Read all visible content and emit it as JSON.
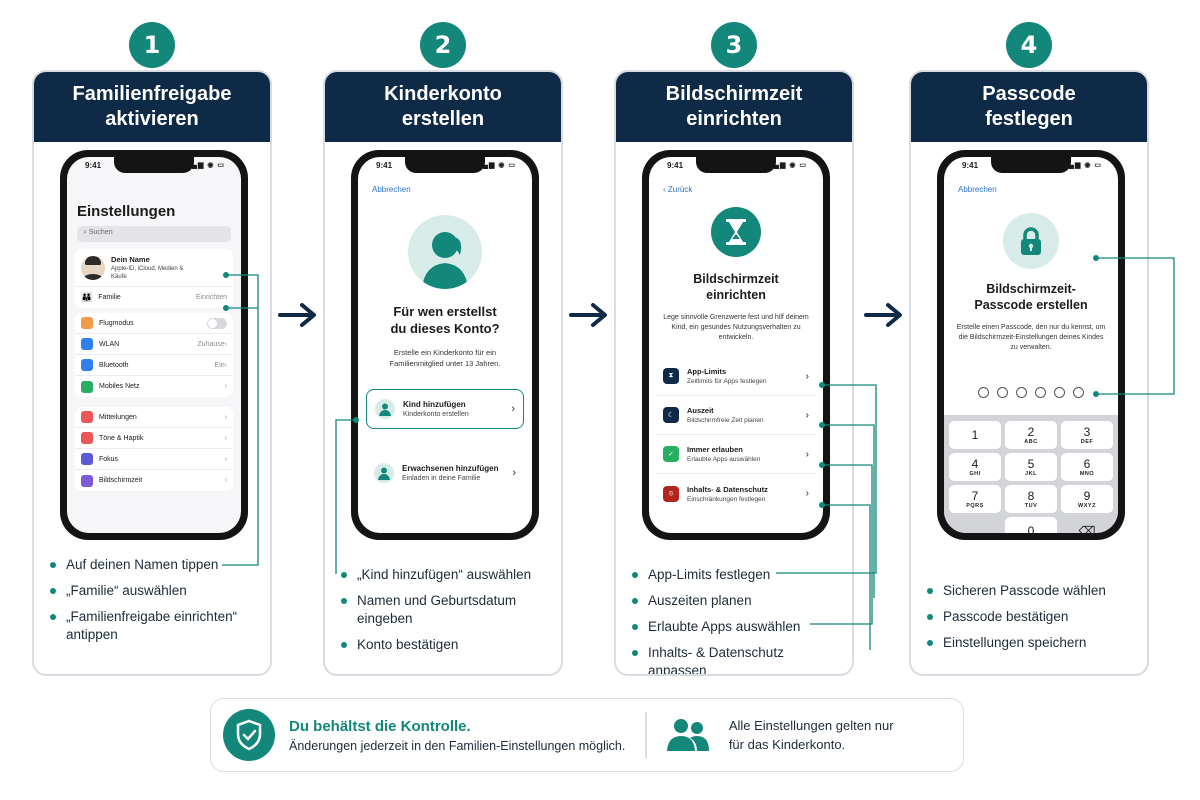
{
  "status_time": "9:41",
  "steps": [
    {
      "number": "1",
      "title_line1": "Familienfreigabe",
      "title_line2": "aktivieren",
      "bullets": [
        "Auf deinen Namen tippen",
        "„Familie“ auswählen",
        "„Familienfreigabe einrichten“ antippen"
      ]
    },
    {
      "number": "2",
      "title_line1": "Kinderkonto",
      "title_line2": "erstellen",
      "bullets": [
        "„Kind hinzufügen“ auswählen",
        "Namen und Geburtsdatum eingeben",
        "Konto bestätigen"
      ]
    },
    {
      "number": "3",
      "title_line1": "Bildschirmzeit",
      "title_line2": "einrichten",
      "bullets": [
        "App-Limits festlegen",
        "Auszeiten planen",
        "Erlaubte Apps auswählen",
        "Inhalts- & Datenschutz anpassen"
      ]
    },
    {
      "number": "4",
      "title_line1": "Passcode",
      "title_line2": "festlegen",
      "bullets": [
        "Sicheren Passcode wählen",
        "Passcode bestätigen",
        "Einstellungen speichern"
      ]
    }
  ],
  "screen1": {
    "title": "Einstellungen",
    "search_placeholder": "Suchen",
    "profile_name": "Dein Name",
    "profile_sub": "Apple-ID, iCloud, Medien & Käufe",
    "family_label": "Familie",
    "family_value": "Einrichten",
    "rows_a": [
      {
        "label": "Flugmodus",
        "value": "",
        "color": "#f2994a",
        "icon": "airplane-icon"
      },
      {
        "label": "WLAN",
        "value": "Zuhause",
        "color": "#2f80ed",
        "icon": "wifi-icon"
      },
      {
        "label": "Bluetooth",
        "value": "Ein",
        "color": "#2f80ed",
        "icon": "bluetooth-icon"
      },
      {
        "label": "Mobiles Netz",
        "value": "",
        "color": "#27ae60",
        "icon": "antenna-icon"
      }
    ],
    "rows_b": [
      {
        "label": "Mitteilungen",
        "color": "#eb5757",
        "icon": "bell-icon"
      },
      {
        "label": "Töne & Haptik",
        "color": "#eb5757",
        "icon": "speaker-icon"
      },
      {
        "label": "Fokus",
        "color": "#5b5bd6",
        "icon": "moon-icon"
      },
      {
        "label": "Bildschirmzeit",
        "color": "#7b5bd6",
        "icon": "hourglass-icon"
      }
    ]
  },
  "screen2": {
    "cancel": "Abbrechen",
    "question_line1": "Für wen erstellst",
    "question_line2": "du dieses Konto?",
    "desc": "Erstelle ein Kinderkonto für ein Familienmitglied unter 13 Jahren.",
    "option1_title": "Kind hinzufügen",
    "option1_sub": "Kinderkonto erstellen",
    "option2_title": "Erwachsenen hinzufügen",
    "option2_sub": "Einladen in deine Familie"
  },
  "screen3": {
    "back": "Zurück",
    "title_line1": "Bildschirmzeit",
    "title_line2": "einrichten",
    "desc": "Lege sinnvolle Grenzwerte fest und hilf deinem Kind, ein gesundes Nutzungsverhalten zu entwickeln.",
    "items": [
      {
        "title": "App-Limits",
        "sub": "Zeitlimits für Apps festlegen",
        "color": "#0f2a47",
        "icon": "hourglass-icon"
      },
      {
        "title": "Auszeit",
        "sub": "Bildschirmfreie Zeit planen",
        "color": "#0f2a47",
        "icon": "moon-icon"
      },
      {
        "title": "Immer erlauben",
        "sub": "Erlaubte Apps auswählen",
        "color": "#27ae60",
        "icon": "check-shield-icon"
      },
      {
        "title": "Inhalts- & Datenschutz",
        "sub": "Einschränkungen festlegen",
        "color": "#b3261e",
        "icon": "block-shield-icon"
      }
    ]
  },
  "screen4": {
    "cancel": "Abbrechen",
    "title_line1": "Bildschirmzeit-",
    "title_line2": "Passcode erstellen",
    "desc": "Erstelle einen Passcode, den nur du kennst, um die Bildschirmzeit-Einstellungen deines Kindes zu verwalten.",
    "keys": [
      {
        "n": "1",
        "l": ""
      },
      {
        "n": "2",
        "l": "ABC"
      },
      {
        "n": "3",
        "l": "DEF"
      },
      {
        "n": "4",
        "l": "GHI"
      },
      {
        "n": "5",
        "l": "JKL"
      },
      {
        "n": "6",
        "l": "MNO"
      },
      {
        "n": "7",
        "l": "PQRS"
      },
      {
        "n": "8",
        "l": "TUV"
      },
      {
        "n": "9",
        "l": "WXYZ"
      },
      {
        "n": "",
        "l": ""
      },
      {
        "n": "0",
        "l": ""
      },
      {
        "n": "⌫",
        "l": ""
      }
    ]
  },
  "footer": {
    "headline": "Du behältst die Kontrolle.",
    "sub": "Änderungen jederzeit in den Familien-Einstellungen möglich.",
    "note_line1": "Alle Einstellungen gelten nur",
    "note_line2": "für das Kinderkonto."
  },
  "colors": {
    "teal": "#12877a",
    "navy": "#0f2a47"
  }
}
